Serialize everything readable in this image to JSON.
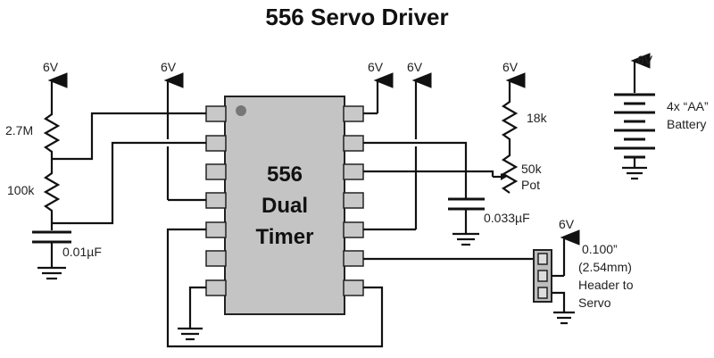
{
  "title": "556 Servo Driver",
  "chip": {
    "line1": "556",
    "line2": "Dual",
    "line3": "Timer"
  },
  "supply_label": "6V",
  "resistors": {
    "r1": "2.7M",
    "r2": "100k",
    "r3": "18k"
  },
  "pot": {
    "value": "50k",
    "name": "Pot"
  },
  "capacitors": {
    "c1": "0.01µF",
    "c2": "0.033µF"
  },
  "battery": {
    "line1": "4x “AA”",
    "line2": "Battery"
  },
  "header": {
    "line1": "0.100”",
    "line2": "(2.54mm)",
    "line3": "Header to",
    "line4": "Servo"
  },
  "colors": {
    "pin_fill": "#c8c8c8",
    "header_fill": "#bdbdbd",
    "pin1_dot": "#777777"
  }
}
